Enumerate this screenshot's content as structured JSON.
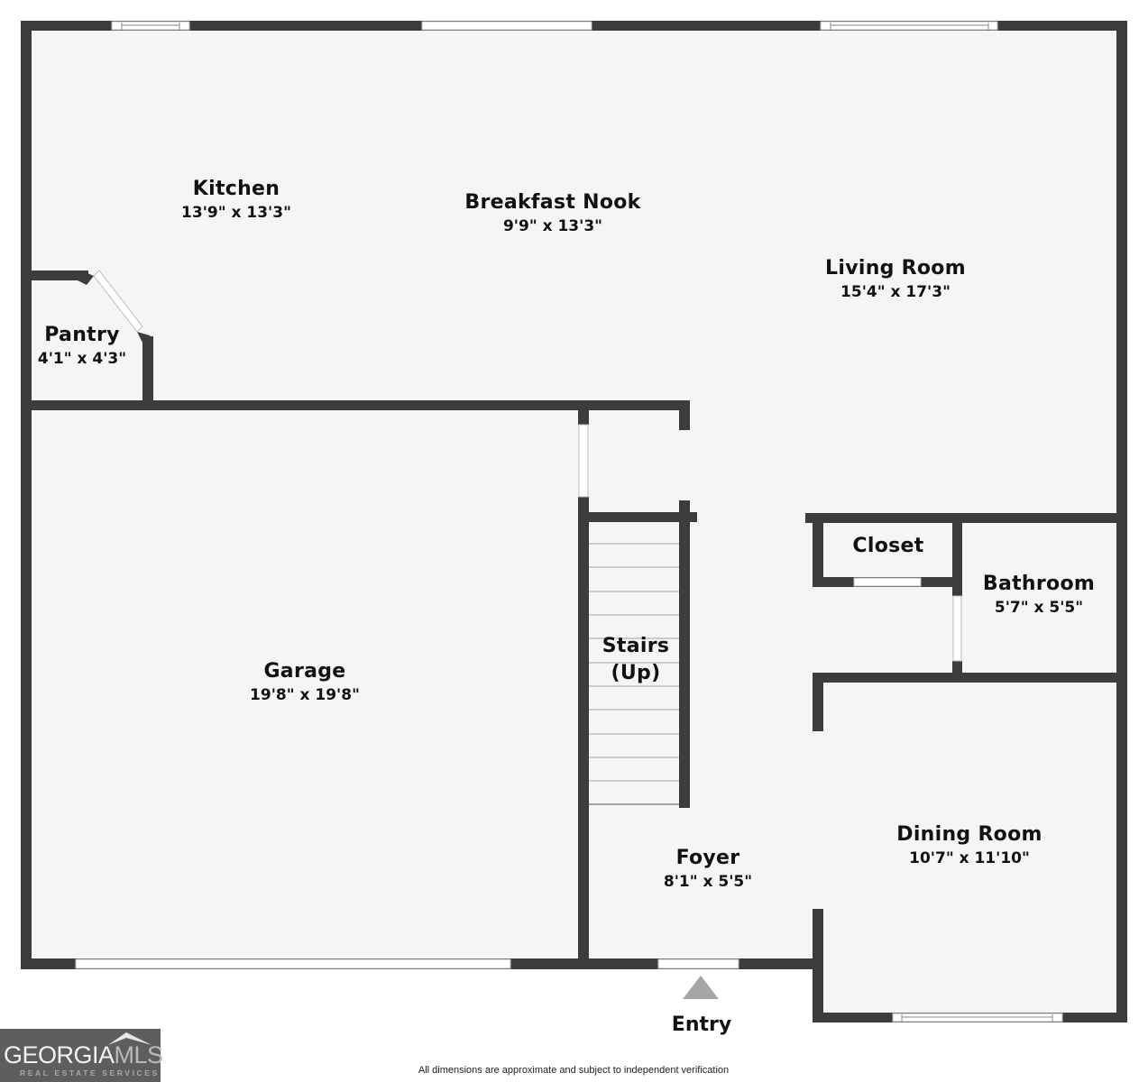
{
  "floorplan": {
    "colors": {
      "wall": "#3c3c3c",
      "floor": "#f5f5f5",
      "window": "#ffffff",
      "entry_arrow": "#a6a6a6",
      "text": "#111111"
    },
    "rooms": [
      {
        "name": "Kitchen",
        "dimensions": "13'9\" x 13'3\""
      },
      {
        "name": "Breakfast Nook",
        "dimensions": "9'9\" x 13'3\""
      },
      {
        "name": "Living Room",
        "dimensions": "15'4\" x 17'3\""
      },
      {
        "name": "Pantry",
        "dimensions": "4'1\" x 4'3\""
      },
      {
        "name": "Closet",
        "dimensions": ""
      },
      {
        "name": "Bathroom",
        "dimensions": "5'7\" x 5'5\""
      },
      {
        "name": "Garage",
        "dimensions": "19'8\" x 19'8\""
      },
      {
        "name": "Stairs",
        "dimensions": "(Up)"
      },
      {
        "name": "Dining Room",
        "dimensions": "10'7\" x 11'10\""
      },
      {
        "name": "Foyer",
        "dimensions": "8'1\" x 5'5\""
      }
    ],
    "entry": {
      "label": "Entry",
      "icon": "triangle-up-arrow-icon"
    },
    "disclaimer": "All dimensions are approximate and subject to independent verification"
  },
  "branding": {
    "logo_main_dark": "GEORGIA",
    "logo_main_light": "MLS",
    "logo_sub": "REAL ESTATE SERVICES"
  }
}
